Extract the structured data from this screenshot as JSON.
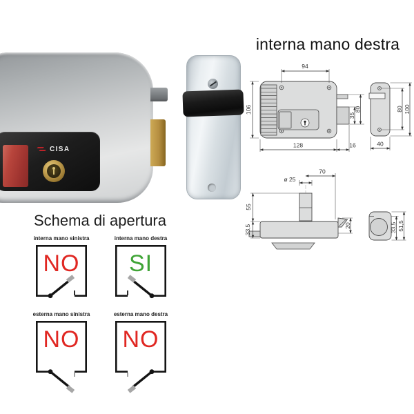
{
  "drawing_title": "interna mano destra",
  "brand": "CISA",
  "dims": {
    "front_top": "94",
    "front_left": "106",
    "front_bottom": "128",
    "front_latch": "16",
    "front_bolt": "35",
    "front_bolt_total": "80",
    "striker_holes": "80",
    "striker_height": "100",
    "striker_width": "40",
    "top_offset": "70",
    "top_cylinder": "ø 25",
    "top_cyl_height": "55",
    "top_body_depth": "33,5",
    "top_latch": "20",
    "strikertop_inner": "33,5",
    "strikertop_outer": "51,5"
  },
  "schema": {
    "heading": "Schema di apertura",
    "cells": [
      {
        "label": "interna mano sinistra",
        "answer": "NO",
        "color": "#e02722"
      },
      {
        "label": "interna mano destra",
        "answer": "SI",
        "color": "#3fa436"
      },
      {
        "label": "esterna mano sinistra",
        "answer": "NO",
        "color": "#e02722"
      },
      {
        "label": "esterna mano destra",
        "answer": "NO",
        "color": "#e02722"
      }
    ]
  }
}
